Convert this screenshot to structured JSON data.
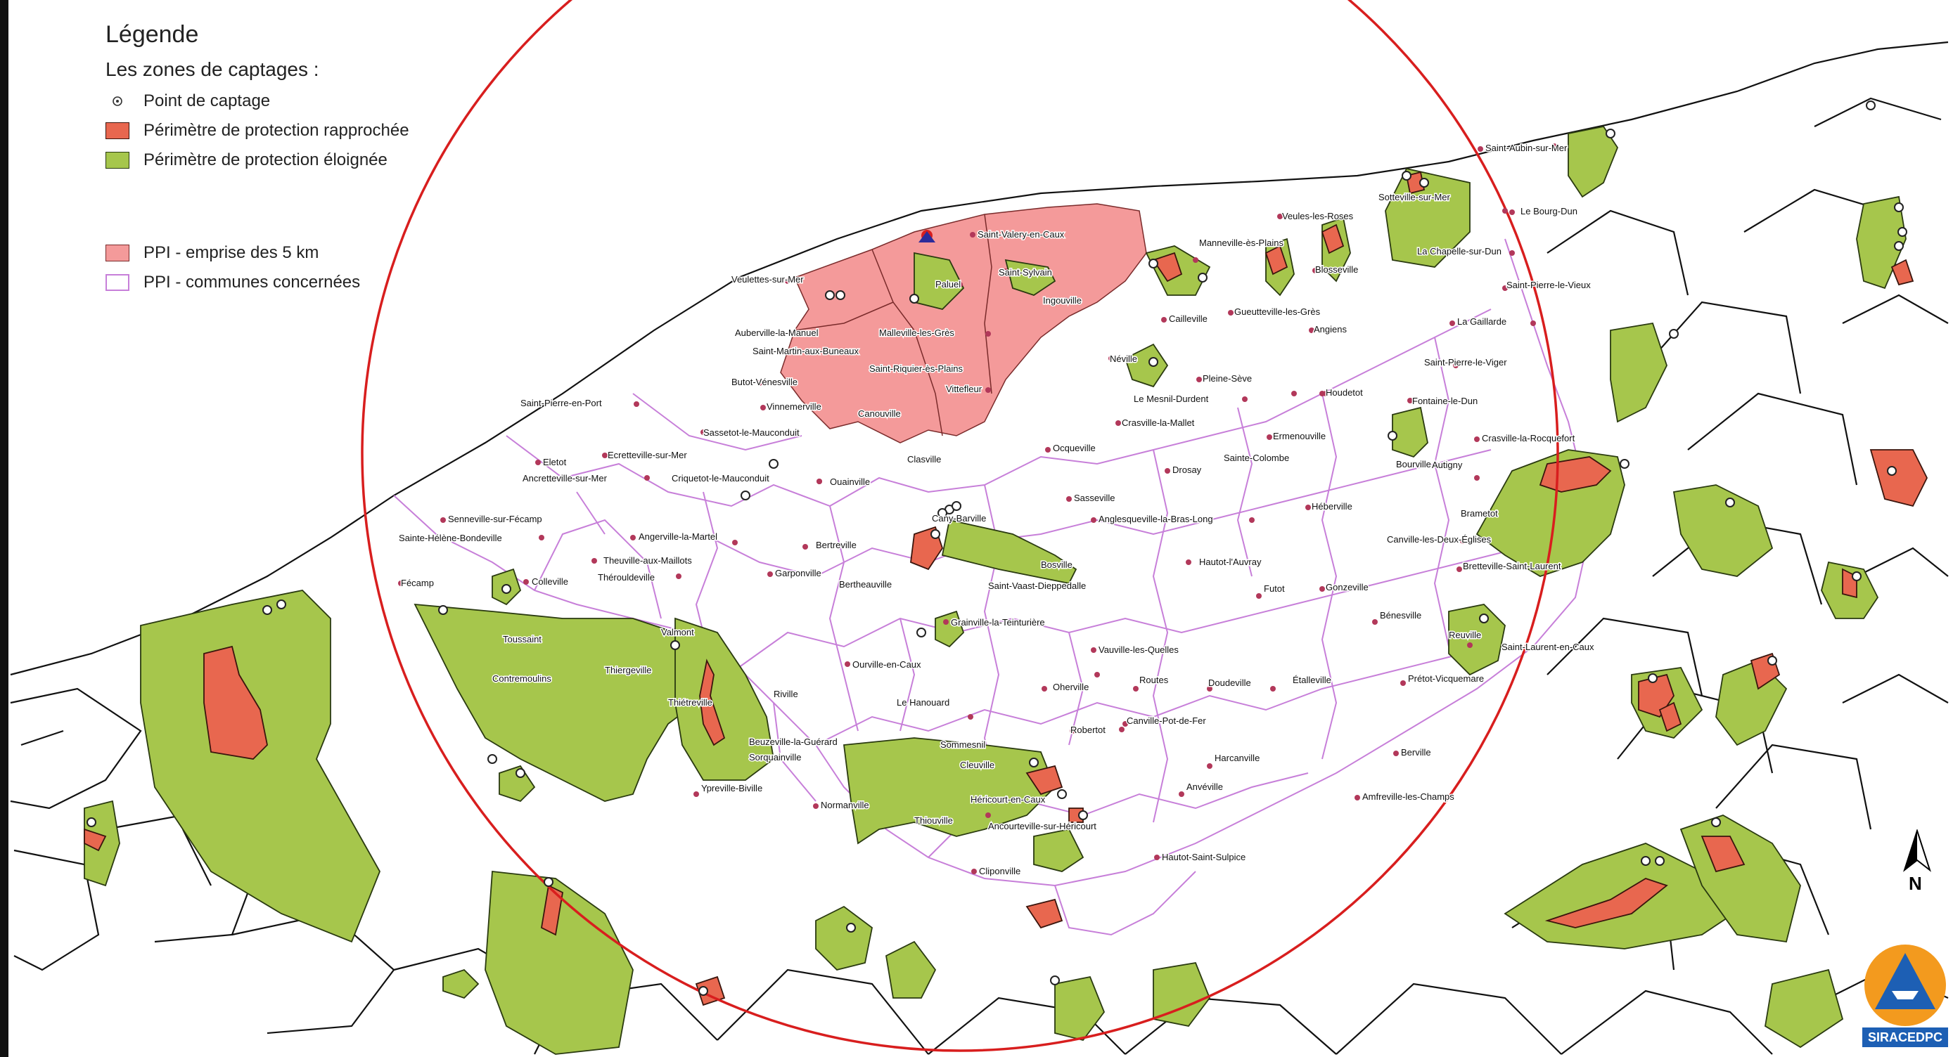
{
  "legend": {
    "title": "Légende",
    "section_title": "Les zones de captages :",
    "items": [
      {
        "label": "Point de captage",
        "symbol": "point",
        "color": "#333333"
      },
      {
        "label": "Périmètre de protection rapprochée",
        "symbol": "fill",
        "color": "#e8674f"
      },
      {
        "label": "Périmètre de protection éloignée",
        "symbol": "fill",
        "color": "#a6c64c"
      }
    ],
    "ppi_items": [
      {
        "label": "PPI - emprise des 5 km",
        "symbol": "fill",
        "color": "#f49a9a"
      },
      {
        "label": "PPI - communes concernées",
        "symbol": "outline",
        "color": "#c77fd9"
      }
    ]
  },
  "colors": {
    "rapprochee": "#e8674f",
    "eloignee": "#a6c64c",
    "ppi_zone": "#f49a9a",
    "ppi_commune_border": "#c77fd9",
    "circle": "#d81e1e",
    "commune_border": "#111111",
    "town_dot": "#b2385a"
  },
  "places": [
    "Saint-Valery-en-Caux",
    "Saint-Sylvain",
    "Ingouville",
    "Veulettes-sur-Mer",
    "Paluel",
    "Auberville-la-Manuel",
    "Malleville-les-Grès",
    "Saint-Martin-aux-Buneaux",
    "Saint-Riquier-ès-Plains",
    "Vittefleur",
    "Butot-Vénesville",
    "Vinnemerville",
    "Canouville",
    "Sassetot-le-Mauconduit",
    "Saint-Pierre-en-Port",
    "Eletot",
    "Ecretteville-sur-Mer",
    "Ancretteville-sur-Mer",
    "Criquetot-le-Mauconduit",
    "Ouainville",
    "Clasville",
    "Senneville-sur-Fécamp",
    "Sainte-Hélène-Bondeville",
    "Angerville-la-Martel",
    "Theuville-aux-Maillots",
    "Thérouldeville",
    "Colleville",
    "Fécamp",
    "Toussaint",
    "Contremoulins",
    "Thiergeville",
    "Valmont",
    "Thiétreville",
    "Riville",
    "Beuzeville-la-Guérard",
    "Sorquainville",
    "Ypreville-Biville",
    "Normanville",
    "Bertreville",
    "Bertheauville",
    "Garponville",
    "Cany-Barville",
    "Bosville",
    "Saint-Vaast-Dieppedalle",
    "Grainville-la-Teinturière",
    "Ourville-en-Caux",
    "Le Hanouard",
    "Sommesnil",
    "Cleuville",
    "Héricourt-en-Caux",
    "Thiouville",
    "Ancourteville-sur-Héricourt",
    "Cliponville",
    "Hautot-Saint-Sulpice",
    "Manneville-ès-Plains",
    "Veules-les-Roses",
    "Blosseville",
    "Cailleville",
    "Gueutteville-les-Grès",
    "Angiens",
    "Néville",
    "Pleine-Sève",
    "Le Mesnil-Durdent",
    "Crasville-la-Mallet",
    "Ocqueville",
    "Drosay",
    "Sainte-Colombe",
    "Ermenouville",
    "Houdetot",
    "Sasseville",
    "Anglesqueville-la-Bras-Long",
    "Héberville",
    "Hautot-l'Auvray",
    "Futot",
    "Gonzeville",
    "Vauville-les-Quelles",
    "Oherville",
    "Routes",
    "Doudeville",
    "Étalleville",
    "Robertot",
    "Canville-Pot-de-Fer",
    "Harcanville",
    "Anvéville",
    "Sotteville-sur-Mer",
    "Saint-Aubin-sur-Mer",
    "Le Bourg-Dun",
    "La Chapelle-sur-Dun",
    "Saint-Pierre-le-Vieux",
    "La Gaillarde",
    "Saint-Pierre-le-Viger",
    "Fontaine-le-Dun",
    "Bourville",
    "Autigny",
    "Crasville-la-Rocquefort",
    "Brametot",
    "Canville-les-Deux-Églises",
    "Bretteville-Saint-Laurent",
    "Bénesville",
    "Reuville",
    "Saint-Laurent-en-Caux",
    "Prétot-Vicquemare",
    "Berville",
    "Amfreville-les-Champs"
  ],
  "north_label": "N",
  "logo_text": "SIRACEDPC"
}
